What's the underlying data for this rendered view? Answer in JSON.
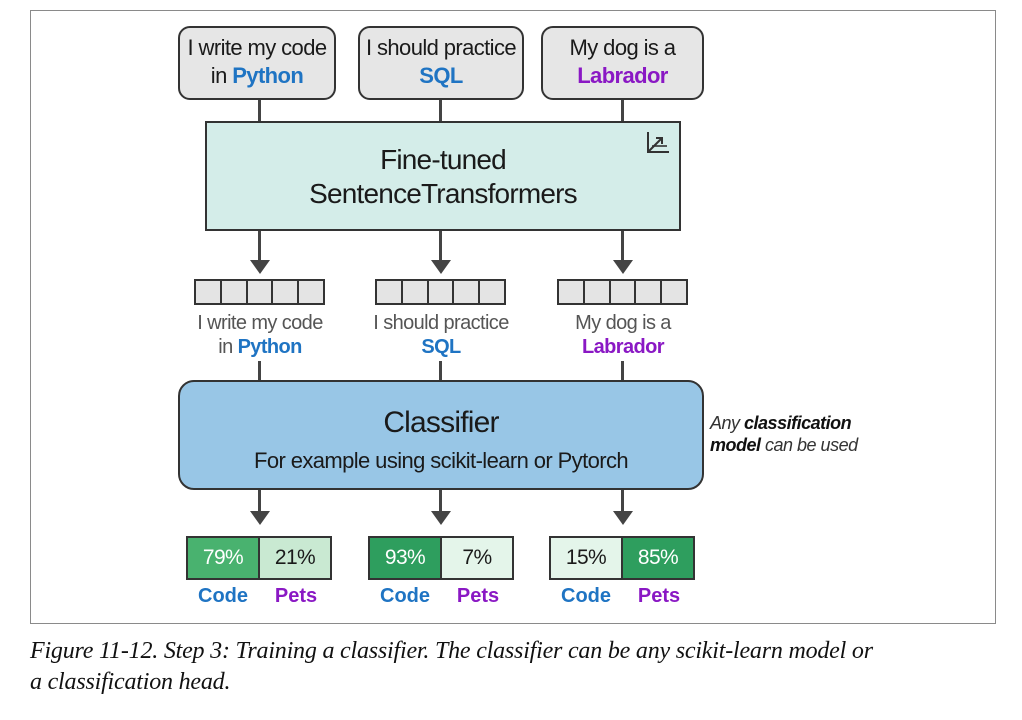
{
  "colors": {
    "keyword_blue": "#1f74c3",
    "keyword_purple": "#8a18c4",
    "input_box_fill": "#e6e6e6",
    "model_fill": "#d4ede9",
    "classifier_fill": "#98c6e6",
    "prob_dark": "#2e9e5e",
    "prob_mid": "#49b26f",
    "prob_light": "#c9e9d2",
    "prob_lighter": "#e4f5ea"
  },
  "inputs": [
    {
      "line1": "I write my code",
      "prefix": "in ",
      "keyword": "Python",
      "keyword_color": "#1f74c3"
    },
    {
      "line1": "I should practice",
      "prefix": "",
      "keyword": "SQL",
      "keyword_color": "#1f74c3"
    },
    {
      "line1": "My dog is a",
      "prefix": "",
      "keyword": "Labrador",
      "keyword_color": "#8a18c4"
    }
  ],
  "model": {
    "line1": "Fine-tuned",
    "line2": "SentenceTransformers",
    "icon": "training-chart-icon"
  },
  "embeddings": [
    {
      "line1": "I write my code",
      "prefix": "in ",
      "keyword": "Python"
    },
    {
      "line1": "I should practice",
      "prefix": "",
      "keyword": "SQL"
    },
    {
      "line1": "My dog is a",
      "prefix": "",
      "keyword": "Labrador"
    }
  ],
  "classifier": {
    "title": "Classifier",
    "subtitle": "For example using scikit-learn or Pytorch",
    "note_part1": "Any ",
    "note_bold1": "classification",
    "note_bold2": "model",
    "note_part2": " can be used"
  },
  "outputs": [
    {
      "code": "79%",
      "pets": "21%",
      "code_fill": "#49b26f",
      "pets_fill": "#c9e9d2",
      "code_text": "#ffffff",
      "pets_text": "#1a1a1a"
    },
    {
      "code": "93%",
      "pets": "7%",
      "code_fill": "#2e9e5e",
      "pets_fill": "#e4f5ea",
      "code_text": "#ffffff",
      "pets_text": "#1a1a1a"
    },
    {
      "code": "15%",
      "pets": "85%",
      "code_fill": "#e4f5ea",
      "pets_fill": "#2e9e5e",
      "code_text": "#1a1a1a",
      "pets_text": "#ffffff"
    }
  ],
  "class_labels": {
    "code": "Code",
    "pets": "Pets"
  },
  "caption": {
    "line1": "Figure 11-12. Step 3: Training a classifier. The classifier can be any scikit-learn model or",
    "line2": "a classification head."
  }
}
